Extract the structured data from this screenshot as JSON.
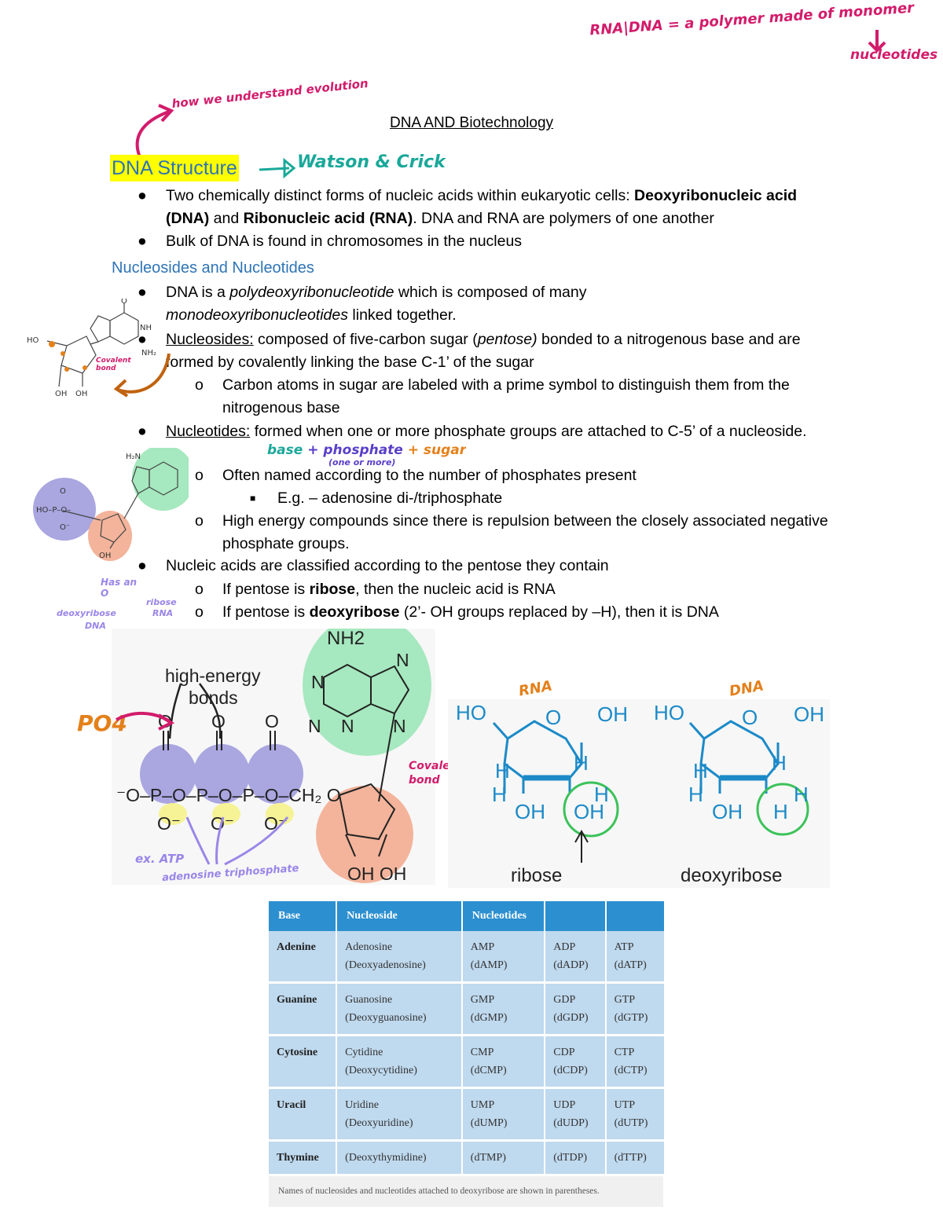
{
  "title": "DNA AND Biotechnology",
  "annotations": {
    "top_right_1": "RNA|DNA = a polymer made of monomer",
    "top_right_2": "nucleotides",
    "evolution": "how we understand evolution",
    "watson": "Watson & Crick",
    "covalent_small": "Covalent bond",
    "base_phosphate": "base + phosphate + sugar",
    "base_phosphate_sub": "(one or more)",
    "ribose_small": "Has an O",
    "deoxy_small": "deoxyribose",
    "dna_small": "DNA",
    "ribose_rna": "ribose",
    "rna_small": "RNA",
    "po4": "PO4",
    "covalent_big": "Covalent bond",
    "atp": "ex. ATP",
    "atp2": "adenosine triphosphate",
    "rna_label": "RNA",
    "dna_label": "DNA"
  },
  "sections": {
    "dna_structure": "DNA Structure",
    "nucleosides": "Nucleosides and Nucleotides"
  },
  "bullets": {
    "b1_a": "Two chemically distinct forms of nucleic acids within eukaryotic cells: ",
    "b1_b": "Deoxyribonucleic acid (DNA)",
    "b1_c": " and ",
    "b1_d": "Ribonucleic acid (RNA)",
    "b1_e": ". DNA and RNA are polymers of one another",
    "b2": "Bulk of DNA is found in chromosomes in the nucleus",
    "b3_a": "DNA is a ",
    "b3_b": "polydeoxyribonucleotide",
    "b3_c": " which is composed of many ",
    "b3_d": "monodeoxyribonucleotides",
    "b3_e": " linked together.",
    "b4_a": "Nucleosides:",
    "b4_b": " composed of five-carbon sugar (",
    "b4_c": "pentose)",
    "b4_d": " bonded to a nitrogenous base and are formed by covalently linking the base C-1’ of the sugar",
    "b4_sub": "Carbon atoms in sugar are labeled with a prime symbol to distinguish them from the nitrogenous base",
    "b5_a": "Nucleotides:",
    "b5_b": " formed when one or more phosphate groups are attached to C-5’ of a nucleoside.",
    "b5_sub1": "Often named according to the number of phosphates present",
    "b5_sub1a": "E.g. – adenosine di-/triphosphate",
    "b5_sub2": "High energy compounds since there is repulsion between the closely associated negative phosphate groups.",
    "b6": "Nucleic acids are classified according to the pentose they contain",
    "b6_sub1_a": "If pentose is ",
    "b6_sub1_b": "ribose",
    "b6_sub1_c": ", then the nucleic acid is RNA",
    "b6_sub2_a": "If pentose is ",
    "b6_sub2_b": "deoxyribose",
    "b6_sub2_c": " (2’- OH groups replaced by –H), then it is DNA"
  },
  "figure": {
    "high_energy": "high-energy",
    "bonds": "bonds",
    "ohoh": "OH OH",
    "nh2": "NH2",
    "ribose": "ribose",
    "deoxyribose": "deoxyribose"
  },
  "table": {
    "headers": [
      "Base",
      "Nucleoside",
      "Nucleotides",
      "",
      ""
    ],
    "rows": [
      [
        "Adenine",
        "Adenosine",
        "(Deoxyadenosine)",
        "AMP",
        "(dAMP)",
        "ADP",
        "(dADP)",
        "ATP",
        "(dATP)"
      ],
      [
        "Guanine",
        "Guanosine",
        "(Deoxyguanosine)",
        "GMP",
        "(dGMP)",
        "GDP",
        "(dGDP)",
        "GTP",
        "(dGTP)"
      ],
      [
        "Cytosine",
        "Cytidine",
        "(Deoxycytidine)",
        "CMP",
        "(dCMP)",
        "CDP",
        "(dCDP)",
        "CTP",
        "(dCTP)"
      ],
      [
        "Uracil",
        "Uridine",
        "(Deoxyuridine)",
        "UMP",
        "(dUMP)",
        "UDP",
        "(dUDP)",
        "UTP",
        "(dUTP)"
      ],
      [
        "Thymine",
        "",
        "(Deoxythymidine)",
        "",
        "(dTMP)",
        "",
        "(dTDP)",
        "",
        "(dTTP)"
      ]
    ],
    "footnote": "Names of nucleosides and nucleotides attached to deoxyribose are shown in parentheses."
  },
  "colors": {
    "pink": "#d21c6b",
    "teal": "#1aa89a",
    "orange": "#e4801a",
    "purple": "#9a86e8",
    "blue_struct": "#1c8ac7",
    "green_circle": "#3cc25a"
  }
}
